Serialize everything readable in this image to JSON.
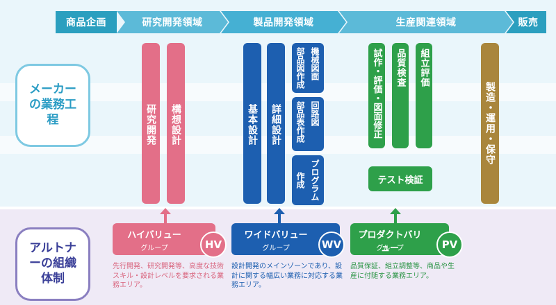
{
  "phases": {
    "planning": "商品企画",
    "research": "研究開発領域",
    "product": "製品開発領域",
    "production": "生産関連領域",
    "sales": "販売"
  },
  "side": {
    "maker": "メーカーの業務工程",
    "alternet": "アルトナーの組織体制"
  },
  "tasks": {
    "research_dev": "研究開発",
    "concept_design": "構想設計",
    "basic_design": "基本設計",
    "detail_design": "詳細設計",
    "parts_drawing_a": "部品図作成",
    "parts_drawing_b": "機械図面",
    "parts_list_a": "部品表作成",
    "parts_list_b": "回路図",
    "program_a": "作成",
    "program_b": "プログラム",
    "prototype_eval": "試作・評価・図面修正",
    "quality_check": "品質検査",
    "assembly_eval": "組立評価",
    "test_verify": "テスト検証",
    "mfg_ops": "製造・運用・保守"
  },
  "groups": [
    {
      "name": "ハイバリュー",
      "sub": "グループ",
      "badge": "HV",
      "color": "#e36f88",
      "desc": "先行開発、研究開発等、高度な技術スキル・設計レベルを要求される業務エリア。"
    },
    {
      "name": "ワイドバリュー",
      "sub": "グループ",
      "badge": "WV",
      "color": "#1d5fb0",
      "desc": "設計開発のメインゾーンであり、設計に関する幅広い業務に対応する業務エリア。"
    },
    {
      "name": "プロダクトバリュー",
      "sub": "グループ",
      "badge": "PV",
      "color": "#2ea04a",
      "desc": "品質保証、組立調整等、商品や生産に付随する業務エリア。"
    }
  ],
  "colors": {
    "header": "#2b9fbf",
    "maker": "#2a9cc4",
    "alternet": "#3a3f98",
    "pink": "#e36f88",
    "blue": "#1d5fb0",
    "green": "#2ea04a",
    "olive": "#a9863c"
  }
}
